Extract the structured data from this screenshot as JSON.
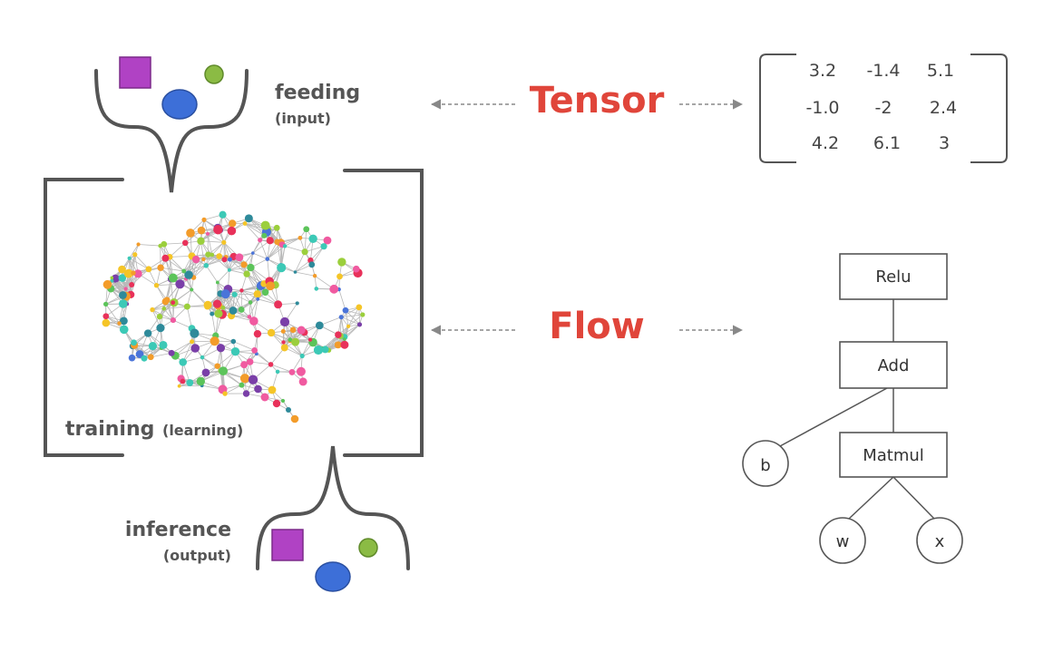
{
  "colors": {
    "accent": "#e0453a",
    "bracket": "#555555",
    "arrow": "#888888",
    "square": "#b042c4",
    "ellipse": "#3d6fd8",
    "circle": "#8bbb44",
    "brain_palette": [
      "#e8315a",
      "#f39c2a",
      "#3cc9b6",
      "#4a74d9",
      "#7a3fa8",
      "#9bcf3c",
      "#2e8a9a",
      "#f05aa0",
      "#5cc45a",
      "#f5c527"
    ]
  },
  "input": {
    "title": "feeding",
    "subtitle": "(input)",
    "shapes": [
      "purple-square",
      "blue-ellipse",
      "green-circle"
    ]
  },
  "training": {
    "title": "training",
    "subtitle": "(learning)"
  },
  "output": {
    "title": "inference",
    "subtitle": "(output)",
    "shapes": [
      "purple-square",
      "blue-ellipse",
      "green-circle"
    ]
  },
  "tensor": {
    "label": "Tensor",
    "matrix": [
      [
        "3.2",
        "-1.4",
        "5.1"
      ],
      [
        "-1.0",
        "-2",
        "2.4"
      ],
      [
        "4.2",
        "6.1",
        "3"
      ]
    ]
  },
  "flow": {
    "label": "Flow",
    "graph": {
      "relu": "Relu",
      "add": "Add",
      "matmul": "Matmul",
      "b": "b",
      "w": "w",
      "x": "x"
    }
  }
}
